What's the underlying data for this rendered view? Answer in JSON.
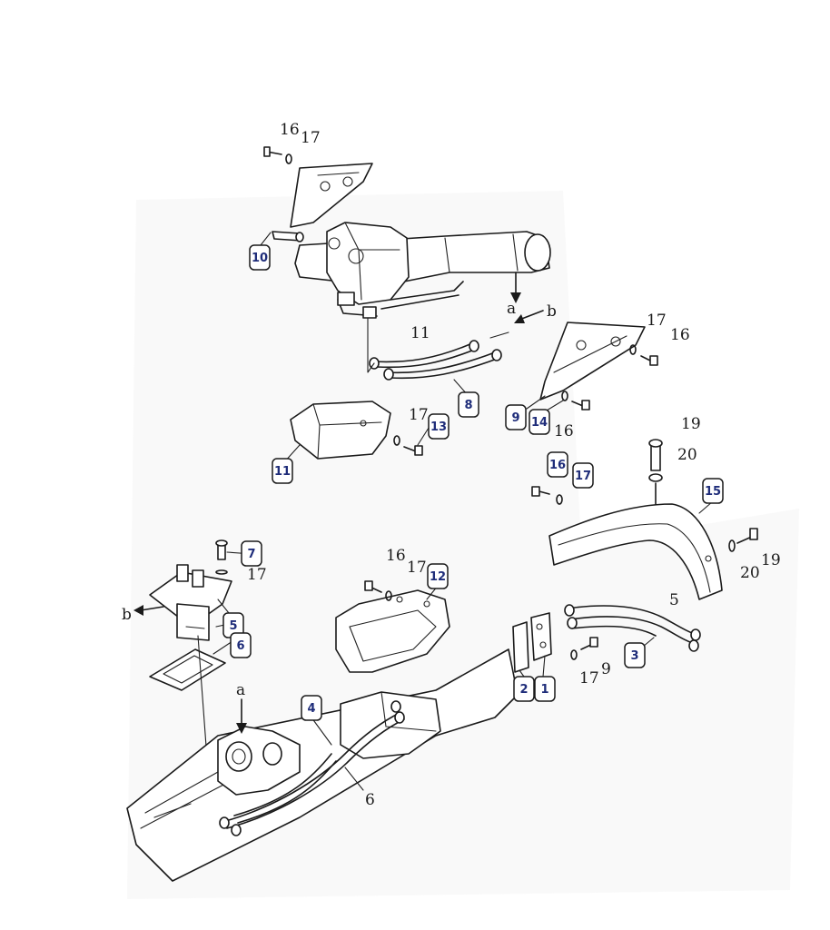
{
  "callouts": {
    "boxed": [
      "10",
      "8",
      "9",
      "14",
      "13",
      "11",
      "16",
      "17",
      "15",
      "7",
      "5",
      "6",
      "12",
      "2",
      "1",
      "3",
      "4"
    ],
    "plain": [
      "16",
      "17",
      "11",
      "b",
      "a",
      "17",
      "16",
      "16",
      "17",
      "19",
      "20",
      "20",
      "19",
      "17",
      "b",
      "16",
      "17",
      "5",
      "17",
      "9",
      "a",
      "6"
    ]
  },
  "colors": {
    "line": "#1a1a1a",
    "callout_text": "#1f2d7a",
    "background": "#ffffff"
  }
}
